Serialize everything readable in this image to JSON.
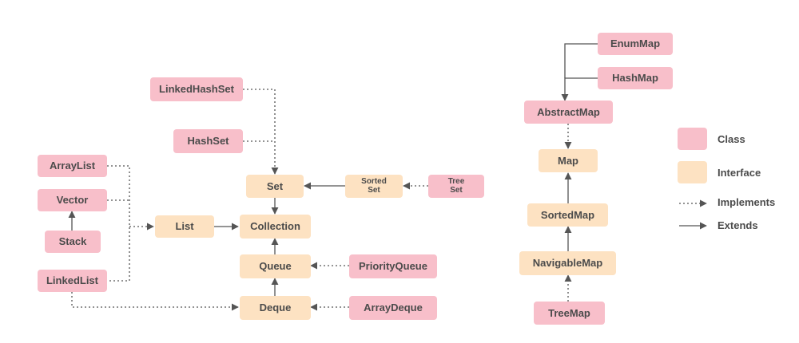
{
  "colors": {
    "class_fill": "#f8bfca",
    "interface_fill": "#fde2c2",
    "text": "#4b4b4b",
    "edge": "#555555"
  },
  "nodes": {
    "linkedhashset": "LinkedHashSet",
    "hashset": "HashSet",
    "arraylist": "ArrayList",
    "vector": "Vector",
    "stack": "Stack",
    "linkedlist": "LinkedList",
    "list": "List",
    "set": "Set",
    "sortedset": "Sorted\nSet",
    "treeset": "Tree\nSet",
    "collection": "Collection",
    "queue": "Queue",
    "priorityqueue": "PriorityQueue",
    "deque": "Deque",
    "arraydeque": "ArrayDeque",
    "enummap": "EnumMap",
    "hashmap": "HashMap",
    "abstractmap": "AbstractMap",
    "map": "Map",
    "sortedmap": "SortedMap",
    "navigablemap": "NavigableMap",
    "treemap": "TreeMap"
  },
  "legend": {
    "class": "Class",
    "interface": "Interface",
    "implements": "Implements",
    "extends": "Extends"
  }
}
